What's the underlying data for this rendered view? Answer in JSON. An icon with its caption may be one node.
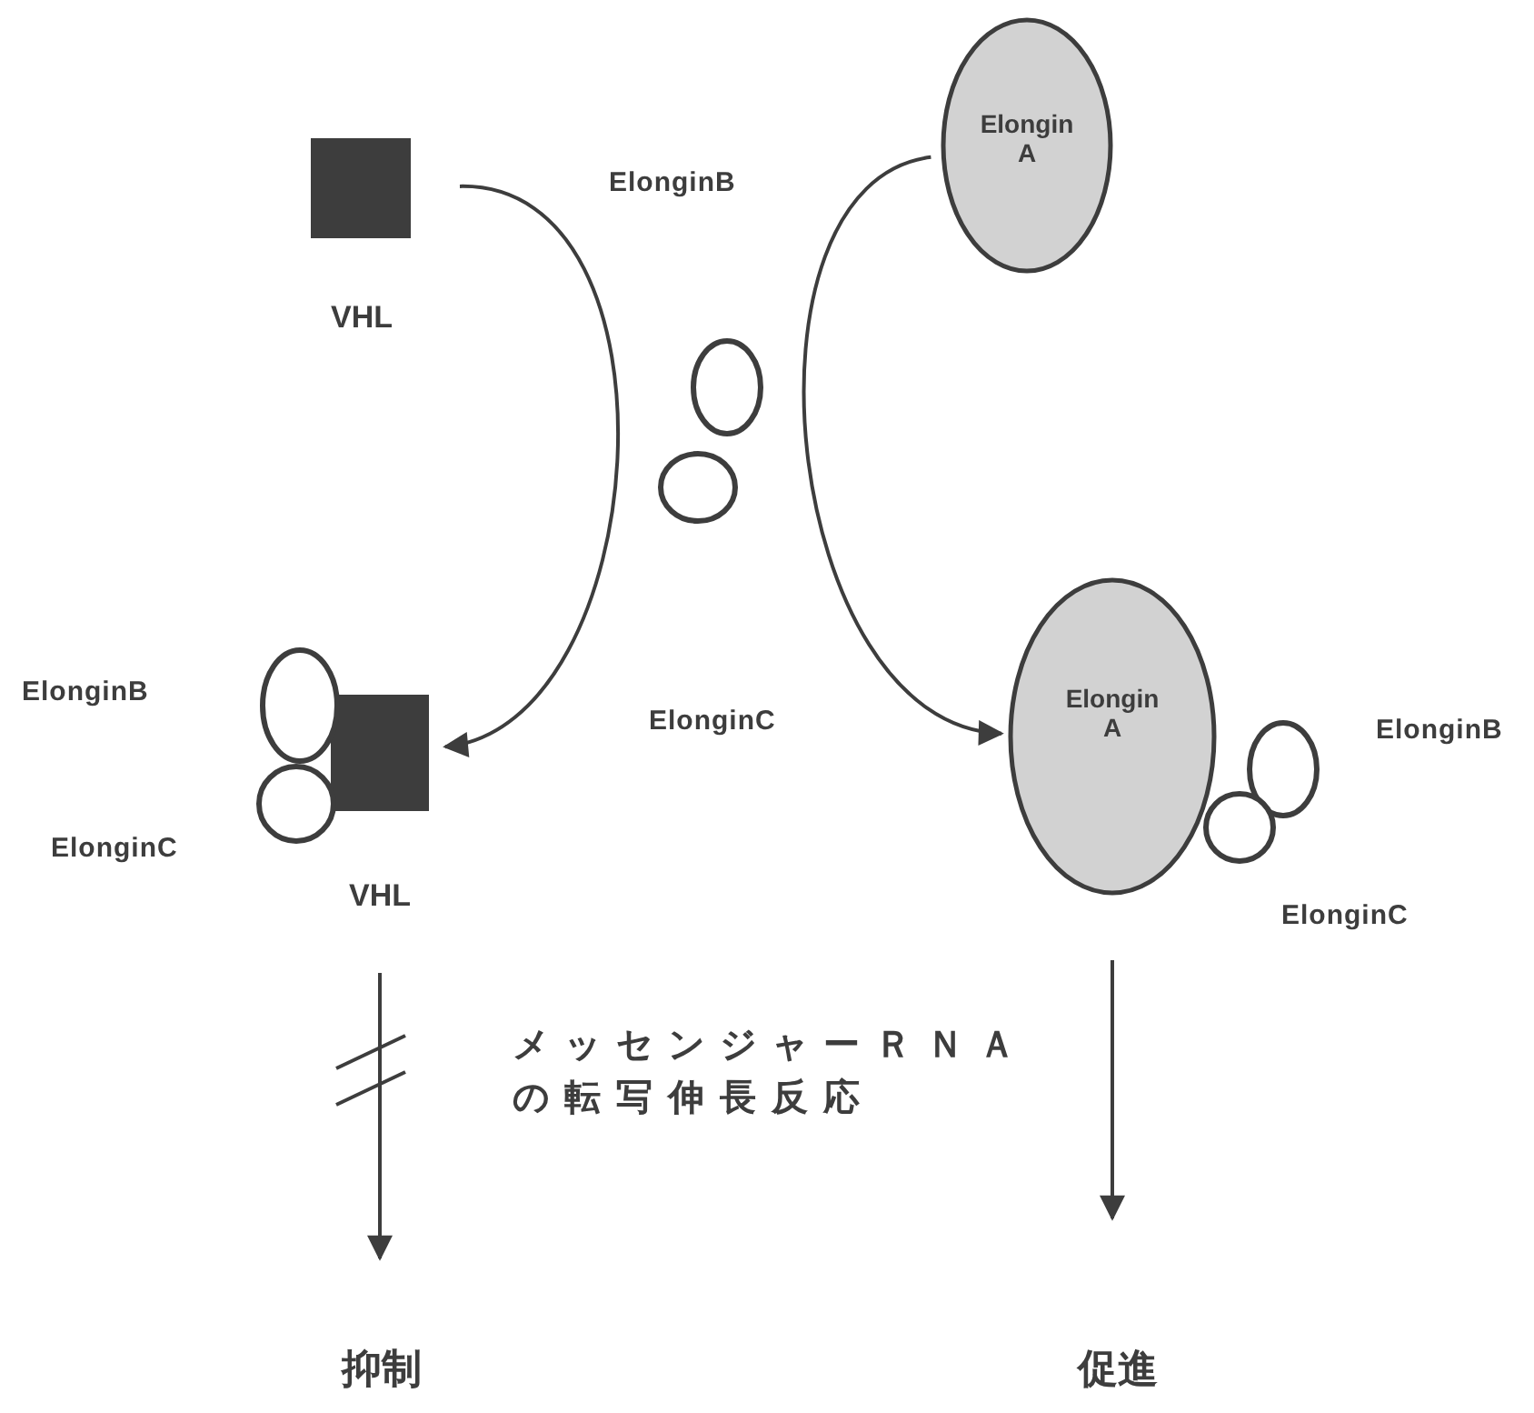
{
  "diagram": {
    "nodes": [
      {
        "text": [
          "VHL"
        ]
      },
      {
        "text": [
          "Elongin A"
        ]
      },
      {
        "text": [],
        "shape": "circle"
      },
      {
        "text": [],
        "shape": "circle"
      },
      {
        "text": [
          "VHL"
        ]
      },
      {
        "text": [],
        "shape": "circle"
      },
      {
        "text": [],
        "shape": "circle"
      },
      {
        "text": [
          "Elongin A"
        ]
      },
      {
        "text": [],
        "shape": "circle"
      },
      {
        "text": [],
        "shape": "circle"
      },
      {
        "text": [
          "抑制"
        ]
      },
      {
        "text": [
          "促進"
        ]
      }
    ],
    "edges": [
      {
        "from": 0,
        "to": 4,
        "arrow": "to"
      },
      {
        "from": 1,
        "to": 7,
        "arrow": "to"
      },
      {
        "from": 4,
        "to": 10,
        "arrow": "to"
      },
      {
        "from": 7,
        "to": 11,
        "arrow": "to"
      }
    ],
    "labels": [
      "ElonginB",
      "ElonginB",
      "ElonginC",
      "ElonginB",
      "ElonginC",
      "ElonginC",
      "メッセンジャーＲＮＡの転写伸長反応"
    ]
  }
}
